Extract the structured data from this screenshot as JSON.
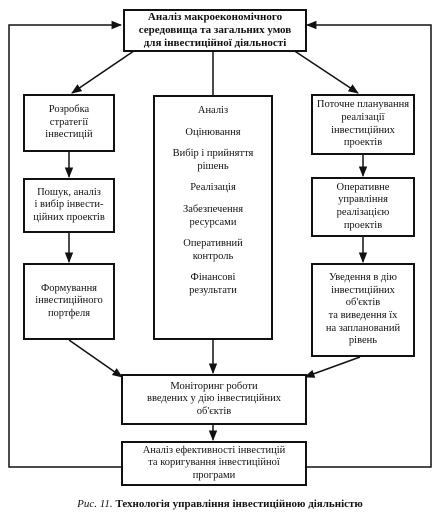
{
  "diagram": {
    "top_box": [
      "Аналіз макроекономічного",
      "середовища та загальних умов",
      "для інвестиційної діяльності"
    ],
    "left_boxes": [
      [
        "Розробка",
        "стратегії",
        "інвестицій"
      ],
      [
        "Пошук, аналіз",
        "і вибір інвести-",
        "ційних проектів"
      ],
      [
        "Формування",
        "інвестиційного",
        "портфеля"
      ]
    ],
    "right_boxes": [
      [
        "Поточне планування",
        "реалізації",
        "інвестиційних",
        "проектів"
      ],
      [
        "Оперативне",
        "управління",
        "реалізацією",
        "проектів"
      ],
      [
        "Уведення в дію",
        "інвестиційних",
        "об'єктів",
        "та виведення їх",
        "на запланований",
        "рівень"
      ]
    ],
    "center_items": [
      [
        "Аналіз"
      ],
      [
        "Оцінювання"
      ],
      [
        "Вибір і прийняття",
        "рішень"
      ],
      [
        "Реалізація"
      ],
      [
        "Забезпечення",
        "ресурсами"
      ],
      [
        "Оперативний",
        "контроль"
      ],
      [
        "Фінансові",
        "результати"
      ]
    ],
    "monitoring_box": [
      "Моніторинг роботи",
      "введених у дію інвестиційних",
      "об'єктів"
    ],
    "bottom_box": [
      "Аналіз ефективності інвестицій",
      "та коригування інвестиційної програми"
    ]
  },
  "caption": {
    "figure_label": "Рис. 11.",
    "title": "Технологія управління інвестиційною діяльністю"
  }
}
